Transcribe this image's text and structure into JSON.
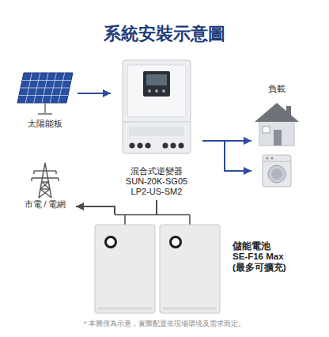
{
  "diagram": {
    "title": "系統安裝示意圖",
    "caption": "* 本圖僅為示意，實際配置依現場環境及需求而定。",
    "nodes": [
      {
        "text": [
          "太陽能板"
        ]
      },
      {
        "text": [
          "混合式逆變器",
          "SUN-20K-SG05",
          "LP2-US-SM2"
        ]
      },
      {
        "text": [
          "負載"
        ]
      },
      {
        "text": [
          "市電 / 電網"
        ]
      },
      {
        "text": [
          "儲能電池",
          "SE-F16 Max",
          "(最多可擴充)"
        ]
      }
    ],
    "edges": [
      {
        "from": 0,
        "to": 1,
        "arrow": "to"
      },
      {
        "from": 1,
        "to": 2,
        "arrow": "to"
      },
      {
        "from": 1,
        "to": 2,
        "arrow": "to"
      },
      {
        "from": 1,
        "to": 4,
        "arrow": "none"
      },
      {
        "from": 4,
        "to": 3,
        "arrow": "to"
      }
    ]
  }
}
